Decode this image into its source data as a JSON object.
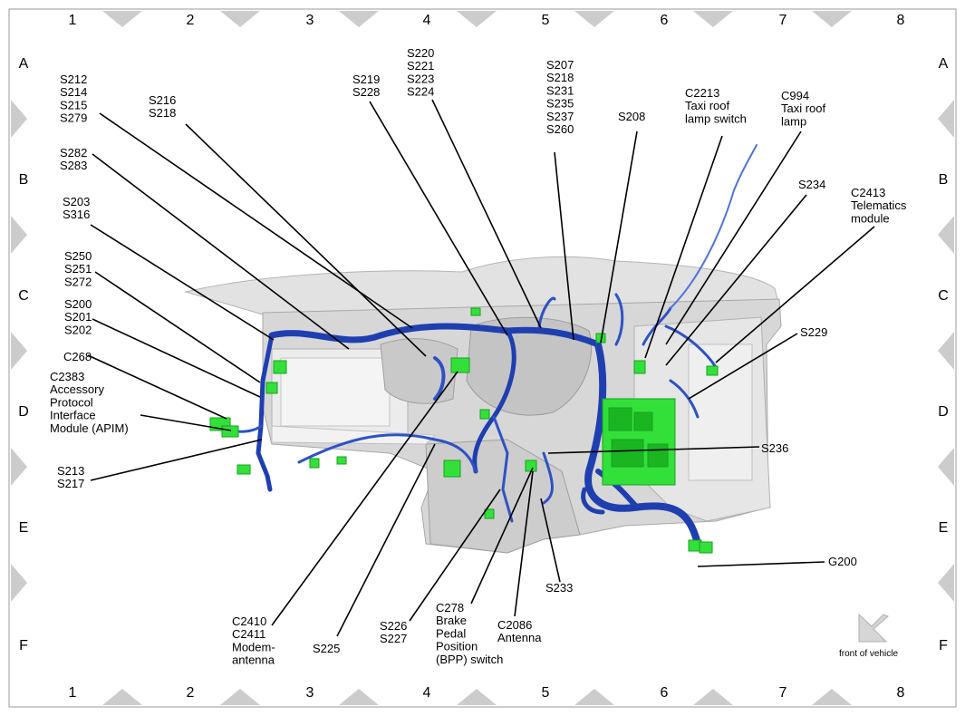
{
  "grid": {
    "columns": [
      "1",
      "2",
      "3",
      "4",
      "5",
      "6",
      "7",
      "8"
    ],
    "rows": [
      "A",
      "B",
      "C",
      "D",
      "E",
      "F"
    ]
  },
  "callouts": [
    {
      "id": "s212",
      "lines": [
        "S212",
        "S214",
        "S215",
        "S279"
      ]
    },
    {
      "id": "s216",
      "lines": [
        "S216",
        "S218"
      ]
    },
    {
      "id": "s219",
      "lines": [
        "S219",
        "S228"
      ]
    },
    {
      "id": "s220",
      "lines": [
        "S220",
        "S221",
        "S223",
        "S224"
      ]
    },
    {
      "id": "s207",
      "lines": [
        "S207",
        "S218",
        "S231",
        "S235",
        "S237",
        "S260"
      ]
    },
    {
      "id": "s208",
      "lines": [
        "S208"
      ]
    },
    {
      "id": "c2213",
      "lines": [
        "C2213",
        "Taxi roof",
        "lamp switch"
      ]
    },
    {
      "id": "c994",
      "lines": [
        "C994",
        "Taxi roof",
        "lamp"
      ]
    },
    {
      "id": "s282",
      "lines": [
        "S282",
        "S283"
      ]
    },
    {
      "id": "s234",
      "lines": [
        "S234"
      ]
    },
    {
      "id": "c2413",
      "lines": [
        "C2413",
        "Telematics",
        "module"
      ]
    },
    {
      "id": "s203",
      "lines": [
        "S203",
        "S316"
      ]
    },
    {
      "id": "s250",
      "lines": [
        "S250",
        "S251",
        "S272"
      ]
    },
    {
      "id": "s200",
      "lines": [
        "S200",
        "S201",
        "S202"
      ]
    },
    {
      "id": "s229",
      "lines": [
        "S229"
      ]
    },
    {
      "id": "c268",
      "lines": [
        "C268"
      ]
    },
    {
      "id": "c2383",
      "lines": [
        "C2383",
        "Accessory",
        "Protocol",
        "Interface",
        "Module (APIM)"
      ]
    },
    {
      "id": "s236",
      "lines": [
        "S236"
      ]
    },
    {
      "id": "s213",
      "lines": [
        "S213",
        "S217"
      ]
    },
    {
      "id": "g200",
      "lines": [
        "G200"
      ]
    },
    {
      "id": "s233",
      "lines": [
        "S233"
      ]
    },
    {
      "id": "c2410",
      "lines": [
        "C2410",
        "C2411",
        "Modem-",
        "antenna"
      ]
    },
    {
      "id": "s225",
      "lines": [
        "S225"
      ]
    },
    {
      "id": "s226",
      "lines": [
        "S226",
        "S227"
      ]
    },
    {
      "id": "c278",
      "lines": [
        "C278",
        "Brake",
        "Pedal",
        "Position",
        "(BPP) switch"
      ]
    },
    {
      "id": "c2086",
      "lines": [
        "C2086",
        "Antenna"
      ]
    }
  ],
  "orientation_label": "front of vehicle",
  "colors": {
    "harness": "#1f3fb0",
    "harness_light": "#4f74d8",
    "connector": "#33e03a",
    "connector_dark": "#15a21d",
    "body_gray": "#cfcfcf",
    "frame_marker": "#c8c8c8"
  }
}
